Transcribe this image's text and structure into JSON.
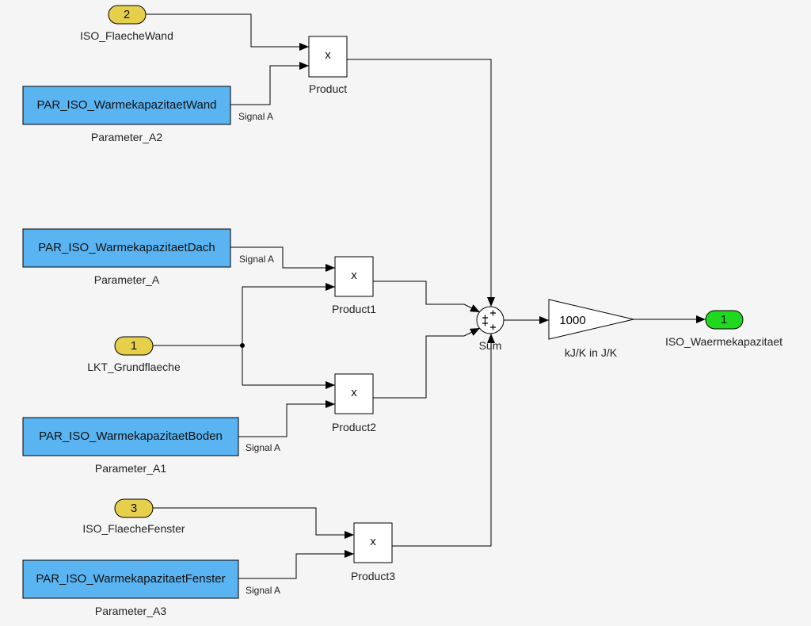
{
  "colors": {
    "background": "#f5f5f5",
    "parameter": "#5ab4f2",
    "inport": "#e5cf4b",
    "outport": "#1fd81f"
  },
  "inports": [
    {
      "number": "2",
      "label": "ISO_FlaecheWand"
    },
    {
      "number": "1",
      "label": "LKT_Grundflaeche"
    },
    {
      "number": "3",
      "label": "ISO_FlaecheFenster"
    }
  ],
  "parameters": [
    {
      "value": "PAR_ISO_WarmekapazitaetWand",
      "label": "Parameter_A2",
      "signal": "Signal A"
    },
    {
      "value": "PAR_ISO_WarmekapazitaetDach",
      "label": "Parameter_A",
      "signal": "Signal A"
    },
    {
      "value": "PAR_ISO_WarmekapazitaetBoden",
      "label": "Parameter_A1",
      "signal": "Signal A"
    },
    {
      "value": "PAR_ISO_WarmekapazitaetFenster",
      "label": "Parameter_A3",
      "signal": "Signal A"
    }
  ],
  "products": [
    {
      "symbol": "x",
      "label": "Product"
    },
    {
      "symbol": "x",
      "label": "Product1"
    },
    {
      "symbol": "x",
      "label": "Product2"
    },
    {
      "symbol": "x",
      "label": "Product3"
    }
  ],
  "sum": {
    "label": "Sum",
    "signs": "++++"
  },
  "gain": {
    "value": "1000",
    "label": "kJ/K in J/K"
  },
  "outport": {
    "number": "1",
    "label": "ISO_Waermekapazitaet"
  }
}
